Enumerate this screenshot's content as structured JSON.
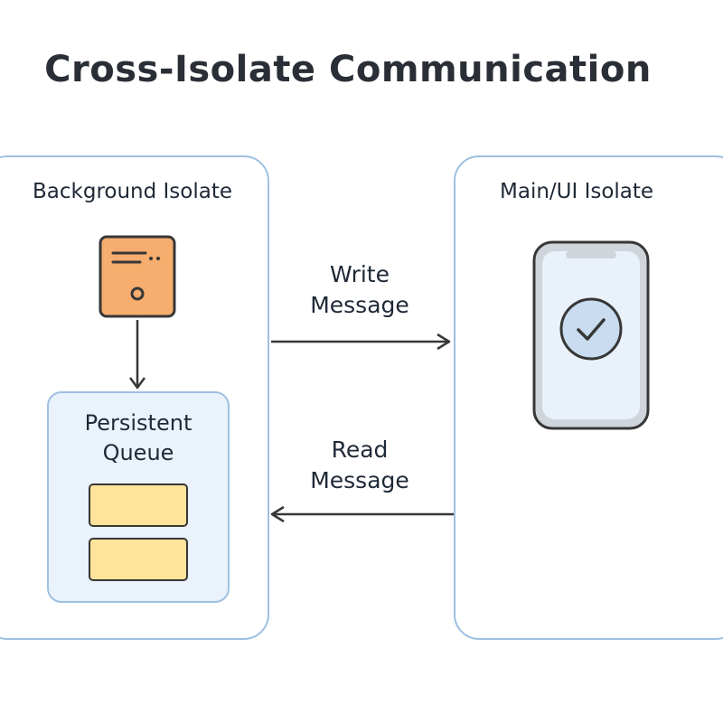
{
  "title": "Cross-Isolate Communication",
  "background_isolate": {
    "label": "Background Isolate",
    "queue": {
      "label_line1": "Persistent",
      "label_line2": "Queue"
    }
  },
  "main_isolate": {
    "label": "Main/UI Isolate"
  },
  "arrows": {
    "write": {
      "line1": "Write",
      "line2": "Message",
      "direction": "background-to-main"
    },
    "read": {
      "line1": "Read",
      "line2": "Message",
      "direction": "main-to-background"
    }
  },
  "icons": {
    "server": "server-icon",
    "phone": "phone-icon",
    "check": "check-circle-icon"
  },
  "colors": {
    "panel_border": "#9ec0e2",
    "queue_fill": "#eaf2fc",
    "server_fill": "#f6ad6e",
    "queue_item_fill": "#fde49a",
    "phone_screen": "#e9f1fb",
    "check_fill": "#c9dcf0"
  }
}
